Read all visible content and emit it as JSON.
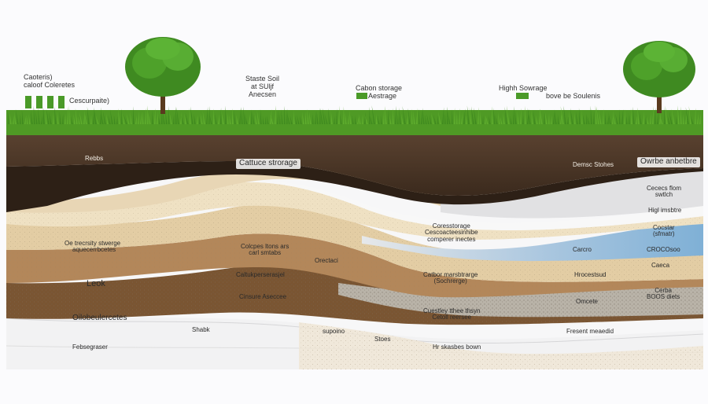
{
  "top_labels": {
    "left_heading_1": "Caoteris)",
    "left_heading_2": "caloof Coleretes",
    "left_caption": "Cescurpaite)",
    "stable_1": "Staste Soil",
    "stable_2": "at SUljf",
    "stable_3": "Anecsen",
    "carbon_1": "Cabon storage",
    "carbon_2": "Aestrage",
    "high_1": "Highh Sowrage",
    "high_2": "bove be Soulenis"
  },
  "layer_labels": {
    "topsoil_left": "Rebbs",
    "topsoil_center": "Cattuce strorage",
    "topsoil_right": "Demsc Stohes",
    "right_top": "Owrbe anbetbre",
    "right_2a": "Cececs flom",
    "right_2b": "swtlch",
    "right_3": "Higl imsbtre",
    "right_4a": "Cocstar",
    "right_4b": "(sfmatr)",
    "mid_storage_1": "Coresstorage",
    "mid_storage_2": "Cescoacteesinhibe",
    "mid_storage_3": "comperer inectes",
    "left_mid_1": "Oe trecrsity stwerge",
    "left_mid_2": "aquecerrbcetes",
    "center_a_1": "Colcpes ltons ars",
    "center_a_2": "carl smtabs",
    "center_b": "Orectaci",
    "blue_1": "Carcro",
    "blue_2": "CROCOsoo",
    "center_c": "Caltukperserasjel",
    "carbon_mid_1": "Catbor marsbtrarge",
    "carbon_mid_2": "(Sochrerge)",
    "right_5": "Hrocestsud",
    "right_6": "Caeca",
    "left_look": "Leok",
    "center_d": "Cinsure Aseccee",
    "right_7": "Omcete",
    "right_8a": "Cerba",
    "right_8b": "BOOS diets",
    "left_bottom": "Oilobeulercetes",
    "quality_1": "Cuestley tthee thsyn",
    "quality_2": "Cetoll reersee",
    "shabk": "Shabk",
    "supoino": "supoino",
    "right_9": "Fresent meaedid",
    "bottom_left": "Febsegraser",
    "stoes": "Stoes",
    "hr_stones": "Hr skasbes bown"
  },
  "colors": {
    "grass": "#4f9a25",
    "topsoil": "#4a3524",
    "dark_band": "#2d2016",
    "tan_light": "#efe1c3",
    "tan": "#e3cda4",
    "brown_mid": "#b3875a",
    "brown_dark": "#7a5532",
    "blue": "#8fb7d8",
    "grey": "#b7b1a5",
    "white_band": "#f5f5f7"
  }
}
